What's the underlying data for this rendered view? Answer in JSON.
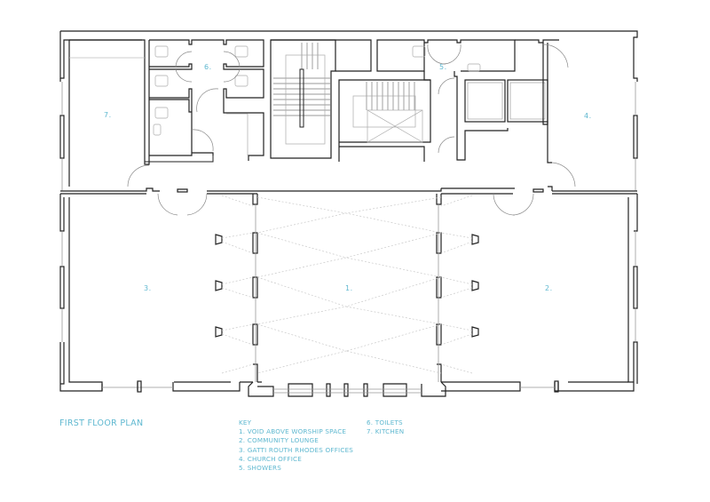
{
  "drawing": {
    "title": "FIRST FLOOR PLAN",
    "accent_color": "#5fb8d0",
    "line_color": "#222222"
  },
  "rooms": [
    {
      "number": "1.",
      "name": "VOID ABOVE WORSHIP SPACE"
    },
    {
      "number": "2.",
      "name": "COMMUNITY LOUNGE"
    },
    {
      "number": "3.",
      "name": "GATTI ROUTH RHODES OFFICES"
    },
    {
      "number": "4.",
      "name": "CHURCH OFFICE"
    },
    {
      "number": "5.",
      "name": "SHOWERS"
    },
    {
      "number": "6.",
      "name": "TOILETS"
    },
    {
      "number": "7.",
      "name": "KITCHEN"
    }
  ],
  "key": {
    "heading": "KEY",
    "items": [
      "1. VOID ABOVE WORSHIP SPACE",
      "2. COMMUNITY LOUNGE",
      "3. GATTI ROUTH RHODES OFFICES",
      "4. CHURCH OFFICE",
      "5. SHOWERS",
      "6. TOILETS",
      "7. KITCHEN"
    ]
  }
}
